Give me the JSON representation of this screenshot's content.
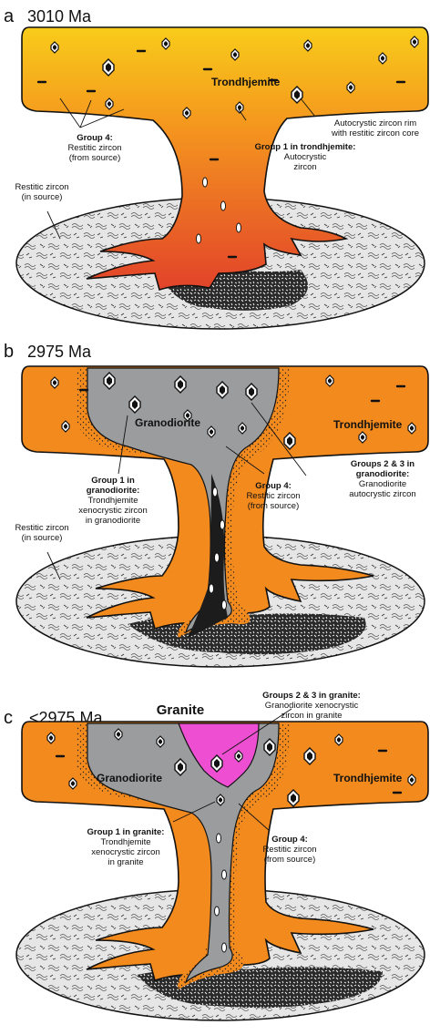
{
  "panels": [
    {
      "letter": "a",
      "age": "3010 Ma",
      "intrusions": {
        "trondhjemite": "Trondhjemite"
      },
      "labels": {
        "group4_title": "Group 4:",
        "group4_l1": "Restitic zircon",
        "group4_l2": "(from source)",
        "restitic_l1": "Restitic zircon",
        "restitic_l2": "(in source)",
        "group1_title": "Group 1 in trondhjemite:",
        "group1_l1": "Autocrystic",
        "group1_l2": "zircon",
        "rim_l1": "Autocrystic zircon rim",
        "rim_l2": "with restitic zircon core"
      }
    },
    {
      "letter": "b",
      "age": "2975 Ma",
      "intrusions": {
        "granodiorite": "Granodiorite",
        "trondhjemite": "Trondhjemite"
      },
      "labels": {
        "group1_t1": "Group 1 in",
        "group1_t2": "granodiorite:",
        "group1_l1": "Trondhjemite",
        "group1_l2": "xenocrystic zircon",
        "group1_l3": "in granodiorite",
        "group4_title": "Group 4:",
        "group4_l1": "Restitic zircon",
        "group4_l2": "(from source)",
        "groups23_t1": "Groups 2 & 3 in",
        "groups23_t2": "granodiorite:",
        "groups23_l1": "Granodiorite",
        "groups23_l2": "autocrystic zircon",
        "restitic_l1": "Restitic zircon",
        "restitic_l2": "(in source)"
      }
    },
    {
      "letter": "c",
      "age": "<2975 Ma",
      "intrusions": {
        "granite": "Granite",
        "granodiorite": "Granodiorite",
        "trondhjemite": "Trondhjemite"
      },
      "labels": {
        "groups23_title": "Groups 2 & 3 in granite:",
        "groups23_l1": "Granodiorite xenocrystic",
        "groups23_l2": "zircon in granite",
        "group1_title": "Group 1 in granite:",
        "group1_l1": "Trondhjemite",
        "group1_l2": "xenocrystic zircon",
        "group1_l3": "in granite",
        "group4_title": "Group 4:",
        "group4_l1": "Restitic zircon",
        "group4_l2": "(from source)"
      }
    }
  ],
  "colors": {
    "trondhjemite": "#f28a1e",
    "trondhjemite_hot_top": "#f7c21c",
    "trondhjemite_hot_bottom": "#e8452a",
    "granodiorite": "#9a9c9e",
    "granite": "#ee4fd2",
    "source": "#e4e4e4",
    "conduit_dark": "#1c1c1c"
  }
}
